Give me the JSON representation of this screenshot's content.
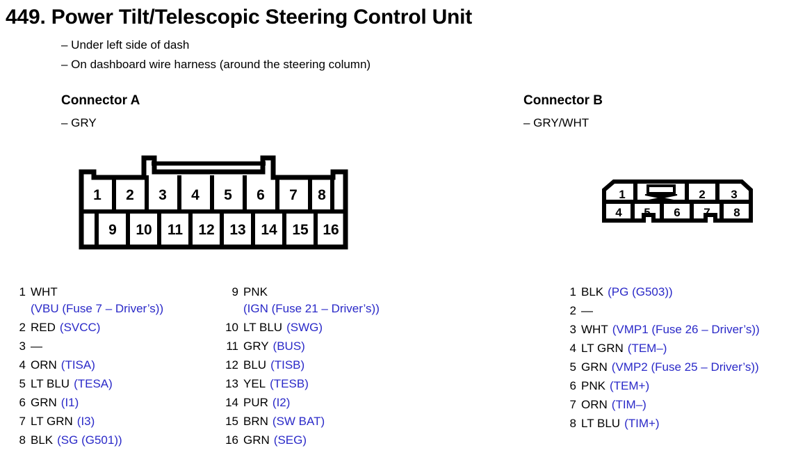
{
  "title": "449. Power Tilt/Telescopic Steering Control Unit",
  "location_notes": [
    "– Under left side of dash",
    "– On dashboard wire harness (around the steering column)"
  ],
  "colors": {
    "signal_blue": "#2a29c8",
    "text_black": "#000000",
    "background": "#ffffff"
  },
  "connector_a": {
    "heading": "Connector A",
    "color_note": "– GRY",
    "diagram": {
      "top_row_pins": [
        "1",
        "2",
        "3",
        "4",
        "5",
        "6",
        "7",
        "8"
      ],
      "bottom_row_pins": [
        "9",
        "10",
        "11",
        "12",
        "13",
        "14",
        "15",
        "16"
      ]
    },
    "pins_column_1": [
      {
        "index": "1",
        "color": "WHT",
        "signal": "(VBU (Fuse 7 – Driver’s))",
        "wrapped": true
      },
      {
        "index": "2",
        "color": "RED",
        "signal": "(SVCC)",
        "wrapped": false
      },
      {
        "index": "3",
        "color": "—",
        "signal": "",
        "wrapped": false,
        "empty": true
      },
      {
        "index": "4",
        "color": "ORN",
        "signal": "(TISA)",
        "wrapped": false
      },
      {
        "index": "5",
        "color": "LT BLU",
        "signal": "(TESA)",
        "wrapped": false
      },
      {
        "index": "6",
        "color": "GRN",
        "signal": "(I1)",
        "wrapped": false
      },
      {
        "index": "7",
        "color": "LT GRN",
        "signal": "(I3)",
        "wrapped": false
      },
      {
        "index": "8",
        "color": "BLK",
        "signal": "(SG (G501))",
        "wrapped": false
      }
    ],
    "pins_column_2": [
      {
        "index": "9",
        "color": "PNK",
        "signal": "(IGN (Fuse 21 – Driver’s))",
        "wrapped": true
      },
      {
        "index": "10",
        "color": "LT BLU",
        "signal": "(SWG)",
        "wrapped": false
      },
      {
        "index": "11",
        "color": "GRY",
        "signal": "(BUS)",
        "wrapped": false
      },
      {
        "index": "12",
        "color": "BLU",
        "signal": "(TISB)",
        "wrapped": false
      },
      {
        "index": "13",
        "color": "YEL",
        "signal": "(TESB)",
        "wrapped": false
      },
      {
        "index": "14",
        "color": "PUR",
        "signal": "(I2)",
        "wrapped": false
      },
      {
        "index": "15",
        "color": "BRN",
        "signal": "(SW BAT)",
        "wrapped": false
      },
      {
        "index": "16",
        "color": "GRN",
        "signal": "(SEG)",
        "wrapped": false
      }
    ]
  },
  "connector_b": {
    "heading": "Connector B",
    "color_note": "– GRY/WHT",
    "diagram": {
      "top_row_pins": [
        "1",
        "latch",
        "2",
        "3"
      ],
      "bottom_row_pins": [
        "4",
        "5",
        "6",
        "7",
        "8"
      ],
      "latch_icon": "connector-latch-icon"
    },
    "pins": [
      {
        "index": "1",
        "color": "BLK",
        "signal": "(PG (G503))",
        "wrapped": false
      },
      {
        "index": "2",
        "color": "—",
        "signal": "",
        "wrapped": false,
        "empty": true
      },
      {
        "index": "3",
        "color": "WHT",
        "signal": "(VMP1 (Fuse 26 – Driver’s))",
        "wrapped": false
      },
      {
        "index": "4",
        "color": "LT GRN",
        "signal": "(TEM–)",
        "wrapped": false
      },
      {
        "index": "5",
        "color": "GRN",
        "signal": "(VMP2 (Fuse 25 – Driver’s))",
        "wrapped": false
      },
      {
        "index": "6",
        "color": "PNK",
        "signal": "(TEM+)",
        "wrapped": false
      },
      {
        "index": "7",
        "color": "ORN",
        "signal": "(TIM–)",
        "wrapped": false
      },
      {
        "index": "8",
        "color": "LT BLU",
        "signal": "(TIM+)",
        "wrapped": false
      }
    ]
  }
}
